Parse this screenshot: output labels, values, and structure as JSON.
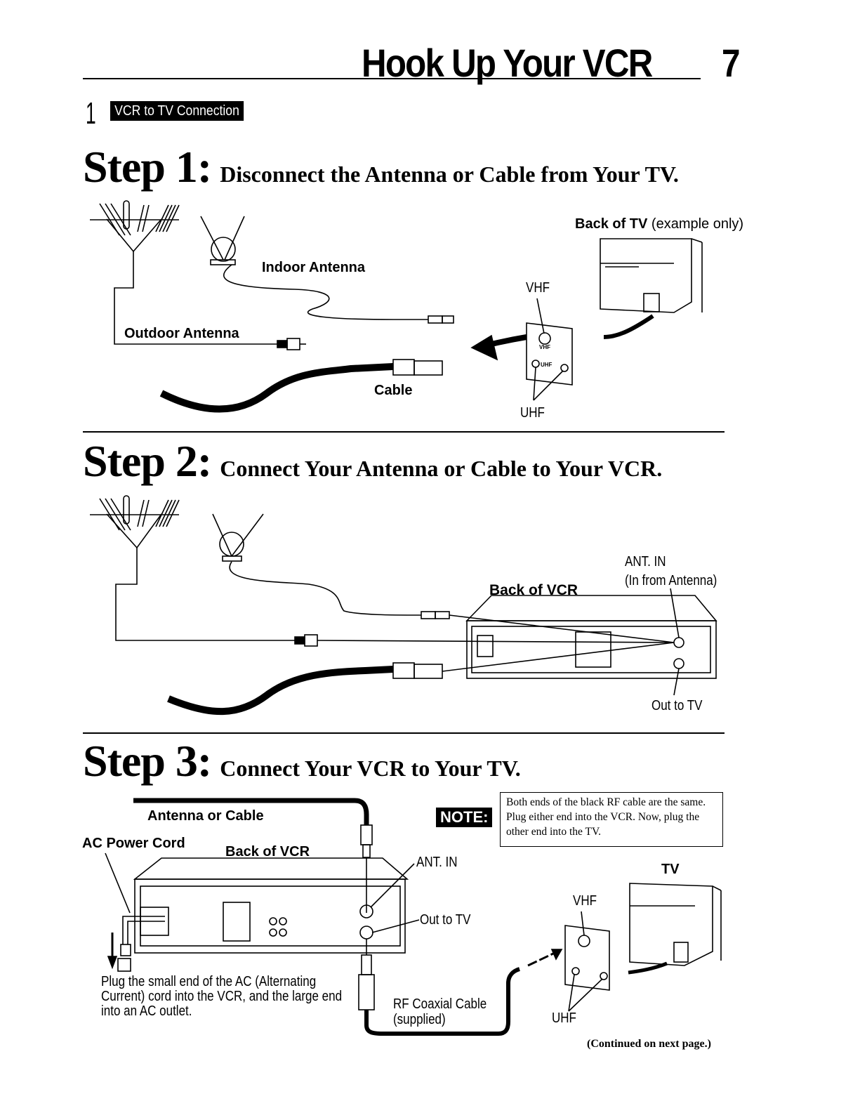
{
  "header": {
    "title": "Hook Up Your VCR",
    "page_number": "7"
  },
  "section": {
    "number": "1",
    "label": "VCR to TV Connection"
  },
  "steps": [
    {
      "label": "Step 1:",
      "heading": "Disconnect the Antenna or Cable from Your TV.",
      "labels": {
        "indoor_antenna": "Indoor Antenna",
        "outdoor_antenna": "Outdoor Antenna",
        "cable": "Cable",
        "back_of_tv": "Back of TV",
        "example_only": "(example only)",
        "vhf": "VHF",
        "uhf": "UHF",
        "panel_vhf": "VHF",
        "panel_uhf": "UHF"
      }
    },
    {
      "label": "Step 2:",
      "heading": "Connect Your Antenna or Cable to Your VCR.",
      "labels": {
        "back_of_vcr": "Back of VCR",
        "ant_in": "ANT. IN",
        "in_from_antenna": "(In from Antenna)",
        "out_to_tv": "Out to TV"
      }
    },
    {
      "label": "Step 3:",
      "heading": "Connect Your VCR to Your TV.",
      "labels": {
        "antenna_or_cable": "Antenna or Cable",
        "ac_power_cord": "AC Power Cord",
        "back_of_vcr": "Back of VCR",
        "ant_in": "ANT. IN",
        "out_to_tv": "Out to TV",
        "rf_coax_line1": "RF Coaxial Cable",
        "rf_coax_line2": "(supplied)",
        "tv": "TV",
        "vhf": "VHF",
        "uhf": "UHF",
        "ac_instructions": "Plug the small end of the AC (Alternating Current) cord into the VCR, and the large end into an AC outlet."
      },
      "note": {
        "badge": "NOTE:",
        "text": "Both ends of the black RF cable are the same. Plug either end into the VCR. Now, plug the other end into the TV."
      }
    }
  ],
  "footer": {
    "continued": "(Continued on next page.)"
  }
}
